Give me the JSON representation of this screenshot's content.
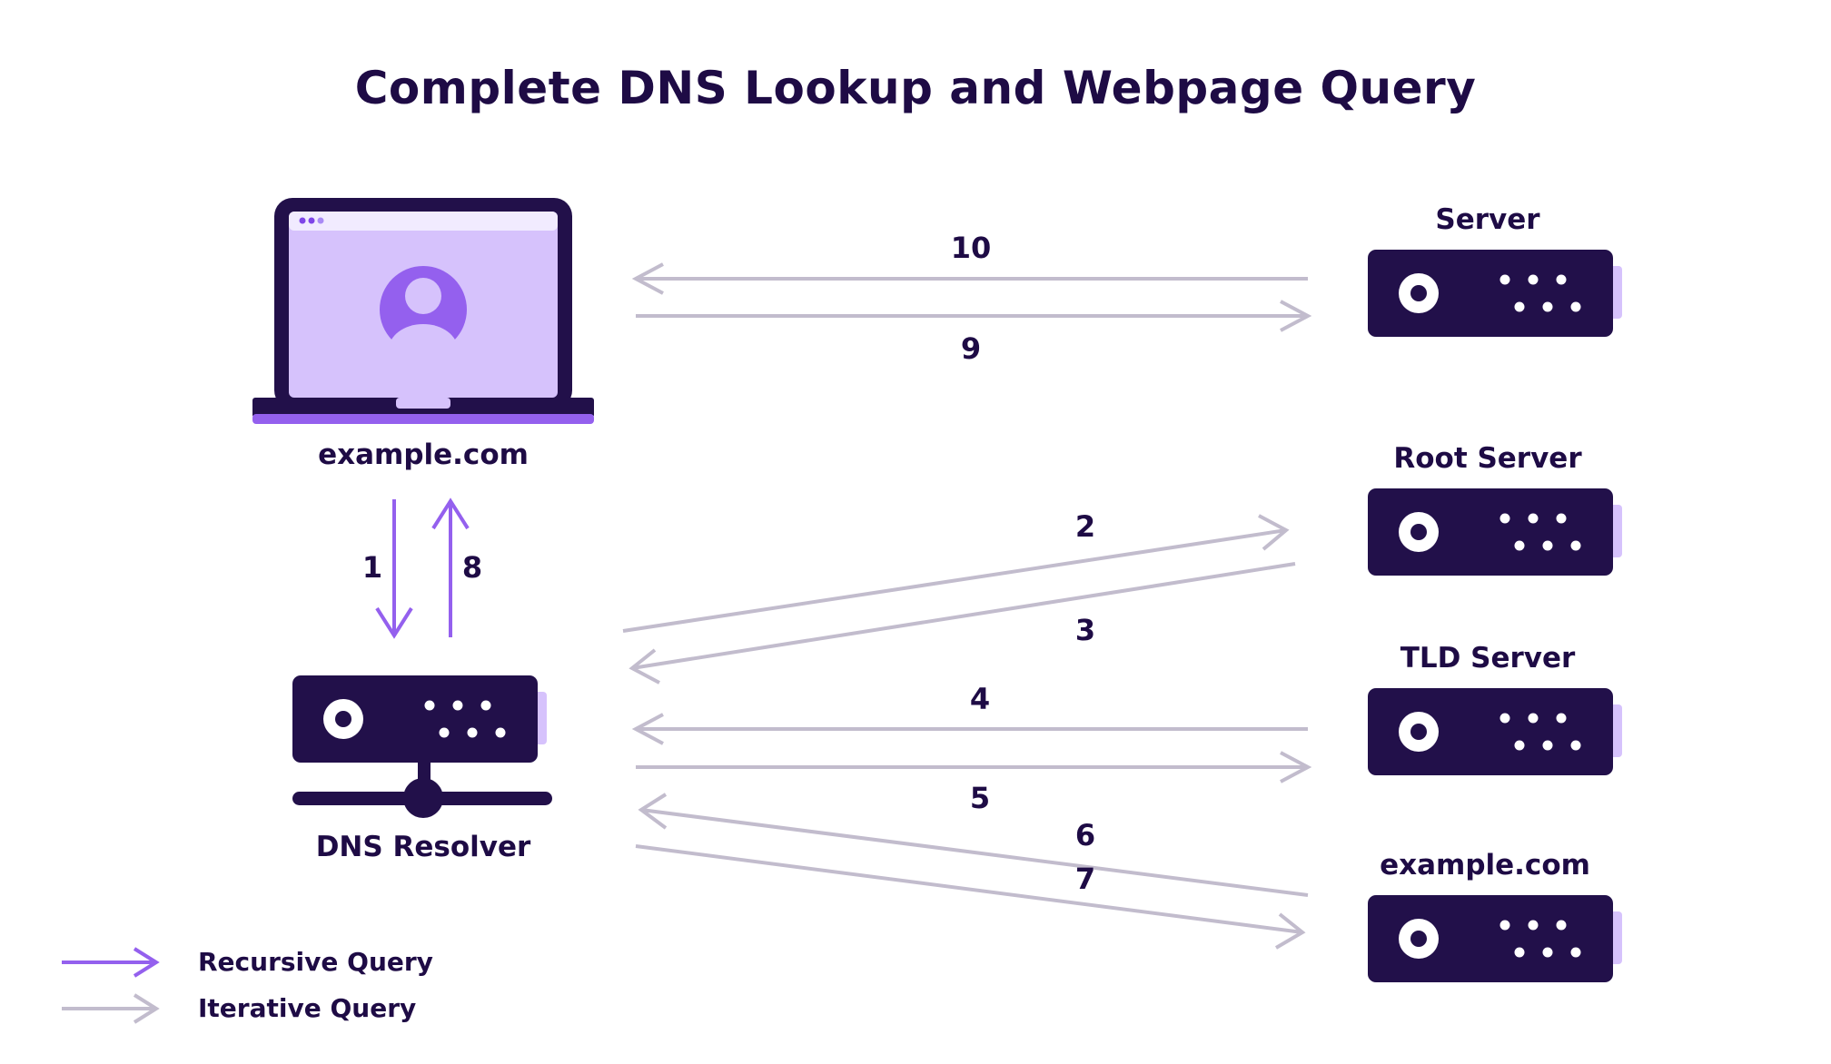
{
  "title": "Complete DNS Lookup and Webpage Query",
  "colors": {
    "dark": "#22104a",
    "recursive": "#9460ee",
    "iterative": "#c2bccd",
    "lavender": "#d6c2fc",
    "screen_bar": "#f1ebff"
  },
  "nodes": {
    "client": {
      "label": "example.com",
      "icon": "laptop-user-icon"
    },
    "resolver": {
      "label": "DNS Resolver",
      "icon": "dns-resolver-server-icon"
    },
    "web_server": {
      "label": "Server",
      "icon": "server-icon"
    },
    "root_server": {
      "label": "Root Server",
      "icon": "server-icon"
    },
    "tld_server": {
      "label": "TLD Server",
      "icon": "server-icon"
    },
    "authoritative": {
      "label": "example.com",
      "icon": "server-icon"
    }
  },
  "steps": [
    {
      "n": "1",
      "from": "client",
      "to": "resolver",
      "type": "recursive"
    },
    {
      "n": "2",
      "from": "resolver",
      "to": "root_server",
      "type": "iterative"
    },
    {
      "n": "3",
      "from": "root_server",
      "to": "resolver",
      "type": "iterative"
    },
    {
      "n": "4",
      "from": "tld_server",
      "to": "resolver",
      "type": "iterative"
    },
    {
      "n": "5",
      "from": "resolver",
      "to": "tld_server",
      "type": "iterative"
    },
    {
      "n": "6",
      "from": "authoritative",
      "to": "resolver",
      "type": "iterative"
    },
    {
      "n": "7",
      "from": "resolver",
      "to": "authoritative",
      "type": "iterative"
    },
    {
      "n": "8",
      "from": "resolver",
      "to": "client",
      "type": "recursive"
    },
    {
      "n": "9",
      "from": "client",
      "to": "web_server",
      "type": "iterative"
    },
    {
      "n": "10",
      "from": "web_server",
      "to": "client",
      "type": "iterative"
    }
  ],
  "legend": {
    "recursive": "Recursive Query",
    "iterative": "Iterative Query"
  }
}
